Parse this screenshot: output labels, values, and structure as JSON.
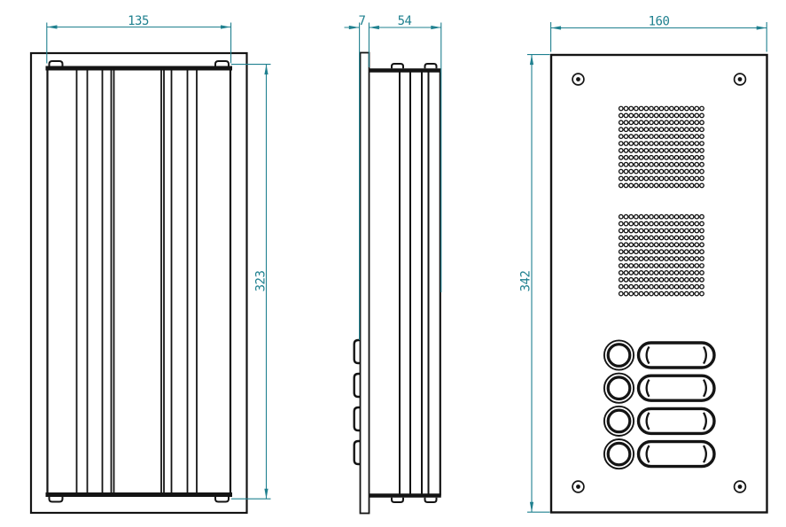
{
  "drawing": {
    "background": "#ffffff",
    "line_color": "#141414",
    "dim_color": "#1f808f",
    "dimensions": {
      "back_box_width": "135",
      "back_box_height": "323",
      "front_plate_thickness": "7",
      "back_box_depth": "54",
      "front_panel_width": "160",
      "front_panel_height": "342"
    },
    "front_panel": {
      "grille": {
        "rows": 12,
        "cols": 17
      },
      "grille_count": 2,
      "call_buttons": {
        "count": 4
      },
      "screws": {
        "count": 4
      }
    },
    "side_view": {
      "button_bumps": 4
    },
    "back_box": {
      "groove_line_count": 10
    }
  }
}
